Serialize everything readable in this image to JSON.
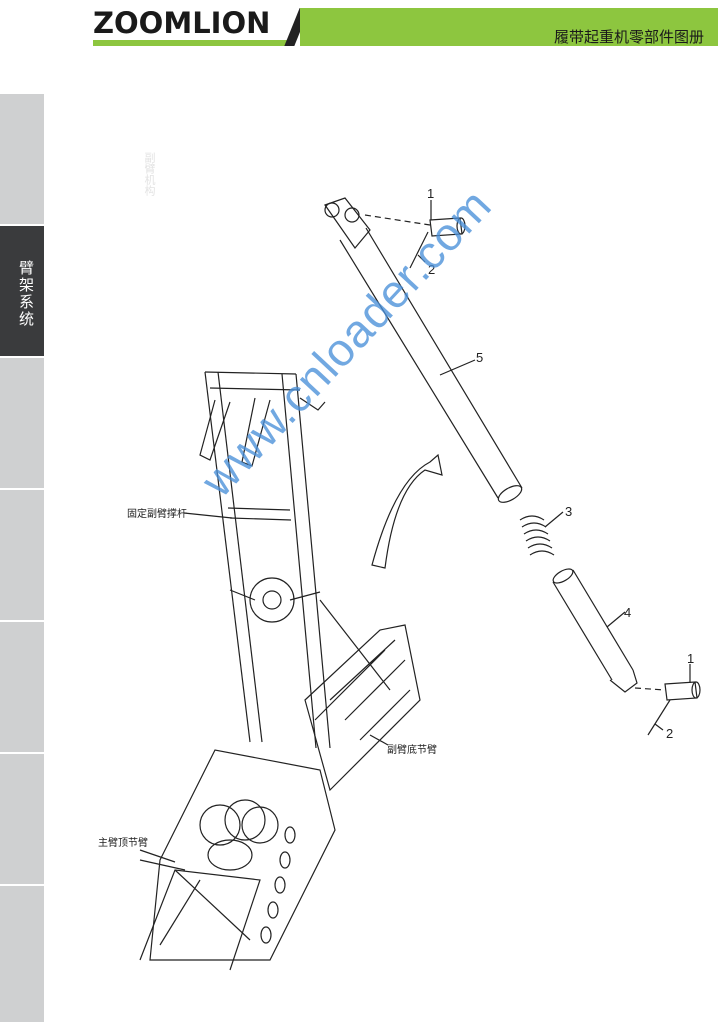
{
  "header": {
    "logo_text": "ZOOMLION",
    "title": "履带起重机零部件图册",
    "accent_color": "#8dc63f"
  },
  "sidebar": {
    "tabs": [
      {
        "label": "",
        "active": false
      },
      {
        "label": "臂架系统",
        "active": true
      },
      {
        "label": "",
        "active": false
      },
      {
        "label": "",
        "active": false
      },
      {
        "label": "",
        "active": false
      },
      {
        "label": "",
        "active": false
      },
      {
        "label": "",
        "active": false
      }
    ],
    "active_color": "#3a3b3d",
    "inactive_color": "#cfd0d1"
  },
  "faint_text": "副臂机构",
  "drawing": {
    "part_labels": {
      "strut": "固定副臂撑杆",
      "jib_base": "副臂底节臂",
      "main_top": "主臂顶节臂"
    },
    "callouts": [
      "1",
      "2",
      "5",
      "3",
      "4",
      "1",
      "2"
    ]
  },
  "watermark": "www.cnloader.com"
}
